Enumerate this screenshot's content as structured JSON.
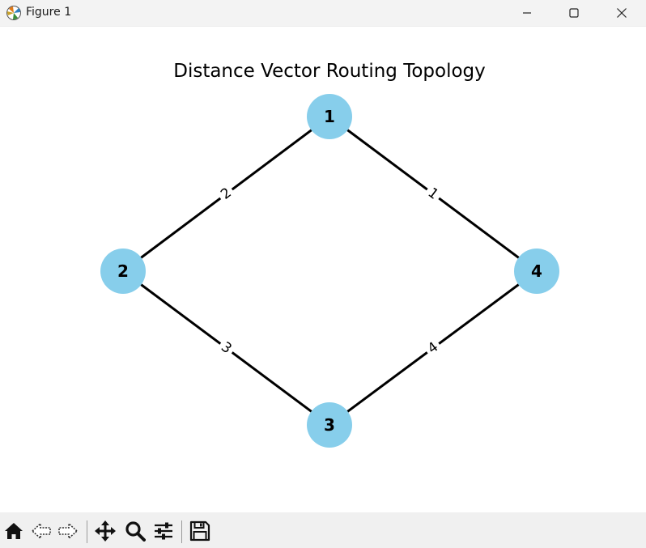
{
  "window": {
    "title": "Figure 1",
    "icons": {
      "app": "matplotlib-logo-icon",
      "minimize": "minimize-icon",
      "maximize": "maximize-icon",
      "close": "close-icon"
    }
  },
  "figure": {
    "title": "Distance Vector Routing Topology",
    "node_color": "#87ceeb",
    "edge_color": "#000000"
  },
  "graph": {
    "nodes": [
      {
        "id": "1",
        "label": "1"
      },
      {
        "id": "2",
        "label": "2"
      },
      {
        "id": "3",
        "label": "3"
      },
      {
        "id": "4",
        "label": "4"
      }
    ],
    "edges": [
      {
        "source": "1",
        "target": "2",
        "weight": "2"
      },
      {
        "source": "1",
        "target": "4",
        "weight": "1"
      },
      {
        "source": "2",
        "target": "3",
        "weight": "3"
      },
      {
        "source": "3",
        "target": "4",
        "weight": "4"
      }
    ]
  },
  "toolbar": {
    "items": [
      {
        "name": "home-icon"
      },
      {
        "name": "back-arrow-icon"
      },
      {
        "name": "forward-arrow-icon"
      },
      {
        "name": "pan-move-icon"
      },
      {
        "name": "zoom-magnifier-icon"
      },
      {
        "name": "configure-subplots-icon"
      },
      {
        "name": "save-floppy-icon"
      }
    ]
  }
}
